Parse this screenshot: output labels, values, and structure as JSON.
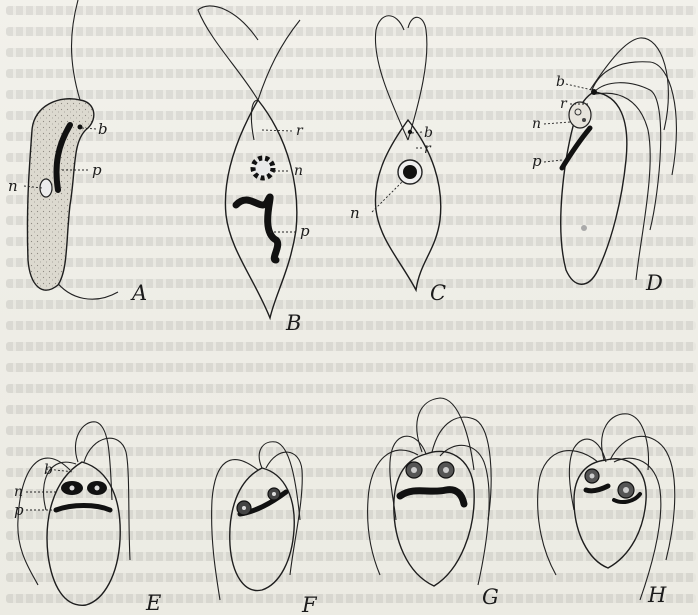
{
  "figures": [
    {
      "id": "A",
      "letter": "A",
      "labels": {
        "b": "b",
        "p": "p",
        "n": "n"
      }
    },
    {
      "id": "B",
      "letter": "B",
      "labels": {
        "r": "r",
        "n": "n",
        "p": "p"
      }
    },
    {
      "id": "C",
      "letter": "C",
      "labels": {
        "b": "b",
        "r": "r",
        "n": "n"
      }
    },
    {
      "id": "D",
      "letter": "D",
      "labels": {
        "b": "b",
        "r": "r",
        "n": "n",
        "p": "p"
      }
    },
    {
      "id": "E",
      "letter": "E",
      "labels": {
        "b": "b",
        "n": "n",
        "p": "p"
      }
    },
    {
      "id": "F",
      "letter": "F"
    },
    {
      "id": "G",
      "letter": "G"
    },
    {
      "id": "H",
      "letter": "H"
    }
  ],
  "colors": {
    "paper": "#f1f0ea",
    "ink": "#1e1e1e",
    "stipple": "#d9d6cc"
  }
}
